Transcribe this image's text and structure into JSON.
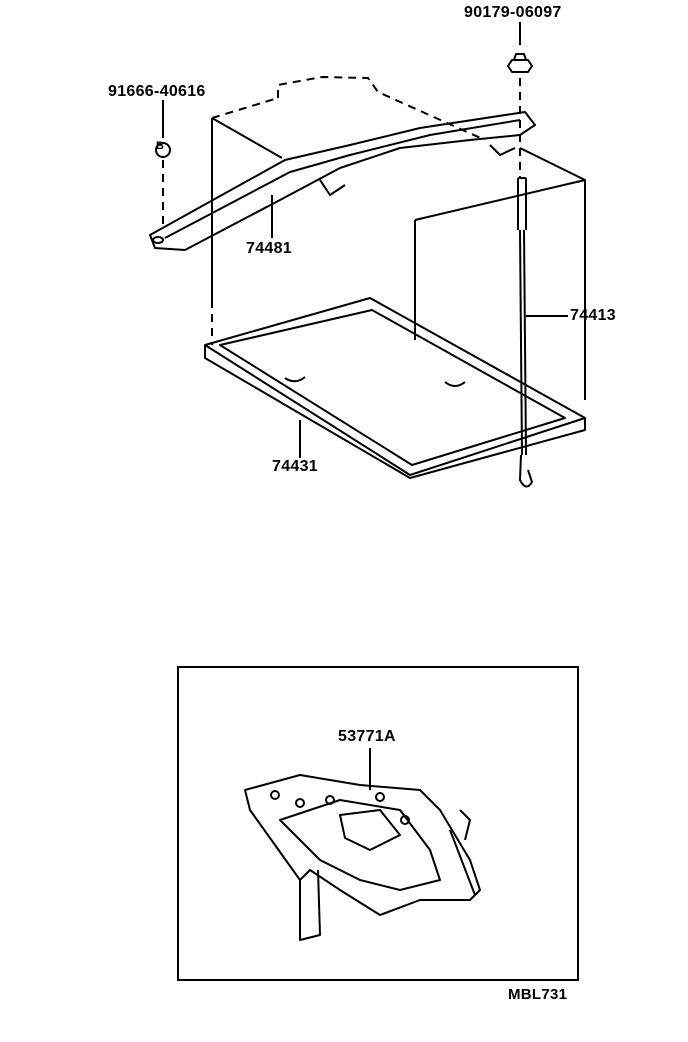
{
  "parts": [
    {
      "number": "90179-06097",
      "name": "nut"
    },
    {
      "number": "91666-40616",
      "name": "bolt",
      "symbol": "B"
    },
    {
      "number": "74481",
      "name": "battery-clamp"
    },
    {
      "number": "74413",
      "name": "battery-clamp-rod"
    },
    {
      "number": "74431",
      "name": "battery-tray"
    },
    {
      "number": "53771A",
      "name": "battery-carrier"
    }
  ],
  "drawing_code": "MBL731"
}
